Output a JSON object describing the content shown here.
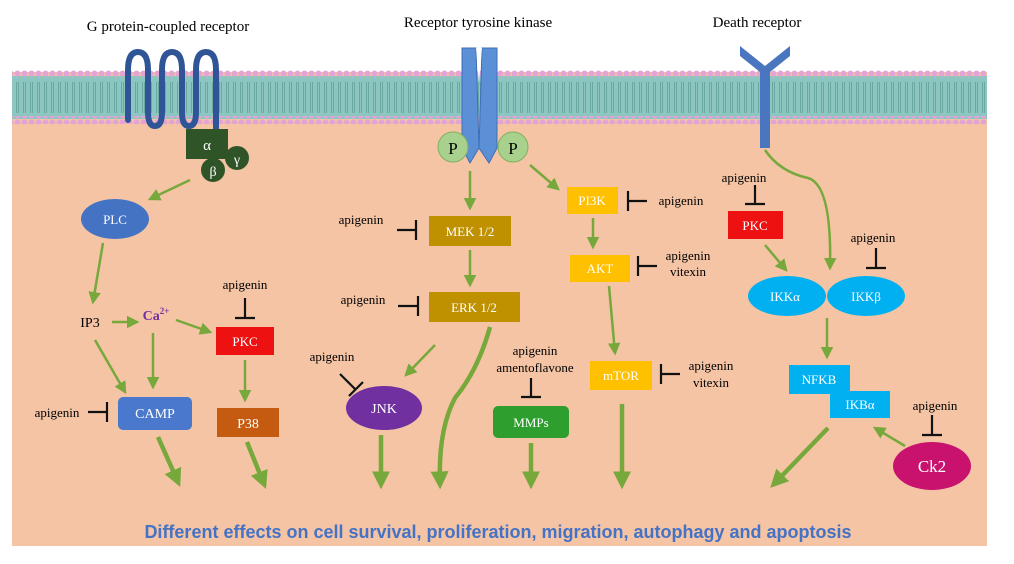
{
  "receptors": {
    "gpcr": "G protein-coupled receptor",
    "rtk": "Receptor tyrosine kinase",
    "death": "Death receptor"
  },
  "subunits": {
    "alpha": "α",
    "beta": "β",
    "gamma": "γ"
  },
  "phospho": "P",
  "nodes": {
    "plc": "PLC",
    "ip3": "IP3",
    "ca_base": "Ca",
    "ca_sup": "2+",
    "pkc_left": "PKC",
    "camp": "CAMP",
    "p38": "P38",
    "mek": "MEK 1/2",
    "erk": "ERK 1/2",
    "jnk": "JNK",
    "mmps": "MMPs",
    "pi3k": "PI3K",
    "akt": "AKT",
    "mtor": "mTOR",
    "pkc_right": "PKC",
    "ikka": "IKKα",
    "ikkb": "IKKβ",
    "nfkb": "NFKB",
    "ikba": "IKBα",
    "ck2": "Ck2"
  },
  "inhibitors": {
    "pkc_left": "apigenin",
    "camp": "apigenin",
    "mek": "apigenin",
    "erk": "apigenin",
    "jnk": "apigenin",
    "mmps_1": "apigenin",
    "mmps_2": "amentoflavone",
    "pi3k": "apigenin",
    "akt_1": "apigenin",
    "akt_2": "vitexin",
    "mtor_1": "apigenin",
    "mtor_2": "vitexin",
    "pkc_right": "apigenin",
    "ikkb": "apigenin",
    "ck2": "apigenin"
  },
  "outcome": "Different effects on cell survival, proliferation, migration, autophagy and apoptosis",
  "colors": {
    "cytoplasm": "#f5c4a4",
    "membrane": "#8cc6c0",
    "membrane_heads": "#e3a3d4",
    "arrow": "#76a83c",
    "gprotein": "#2e5427",
    "receptor_blue": "#4f79c4",
    "plc": "#4473c4",
    "pkc_red": "#ee1111",
    "camp": "#4a78cc",
    "p38": "#c55a11",
    "mek_erk": "#bf9000",
    "jnk": "#7030a0",
    "mmps": "#2e9e2e",
    "pi3k_akt_mtor": "#ffc000",
    "ikk": "#00b0f0",
    "ck2": "#c8126e",
    "phospho": "#a9d18e",
    "outcome_text": "#4472c4"
  }
}
